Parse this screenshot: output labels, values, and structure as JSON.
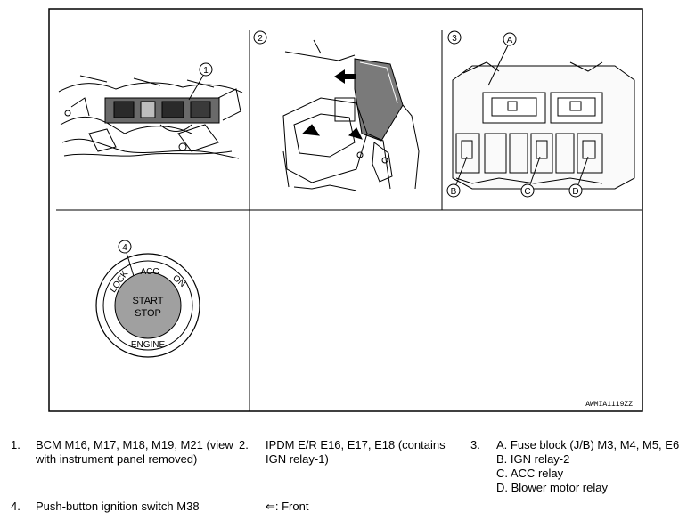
{
  "figure": {
    "panels": [
      {
        "number": "1"
      },
      {
        "number": "2"
      },
      {
        "number": "3",
        "callouts": [
          "A",
          "B",
          "C",
          "D"
        ]
      },
      {
        "number": "4"
      }
    ],
    "switch": {
      "lock": "LOCK",
      "acc": "ACC",
      "on": "ON",
      "engine": "ENGINE",
      "button_line1": "START",
      "button_line2": "STOP"
    },
    "code": "AWMIA1119ZZ"
  },
  "legend": {
    "item1": {
      "num": "1.",
      "line1": "BCM M16, M17, M18, M19, M21 (view",
      "line2": "with instrument panel removed)"
    },
    "item2": {
      "num": "2.",
      "line1": "IPDM E/R E16, E17, E18 (contains",
      "line2": "IGN relay-1)"
    },
    "item3": {
      "num": "3.",
      "line1": "A. Fuse block (J/B) M3, M4, M5, E6",
      "line2": "B. IGN relay-2",
      "line3": "C. ACC relay",
      "line4": "D. Blower motor relay"
    },
    "item4": {
      "num": "4.",
      "line1": "Push-button ignition switch M38"
    },
    "front": {
      "line1": "⇐: Front"
    }
  }
}
